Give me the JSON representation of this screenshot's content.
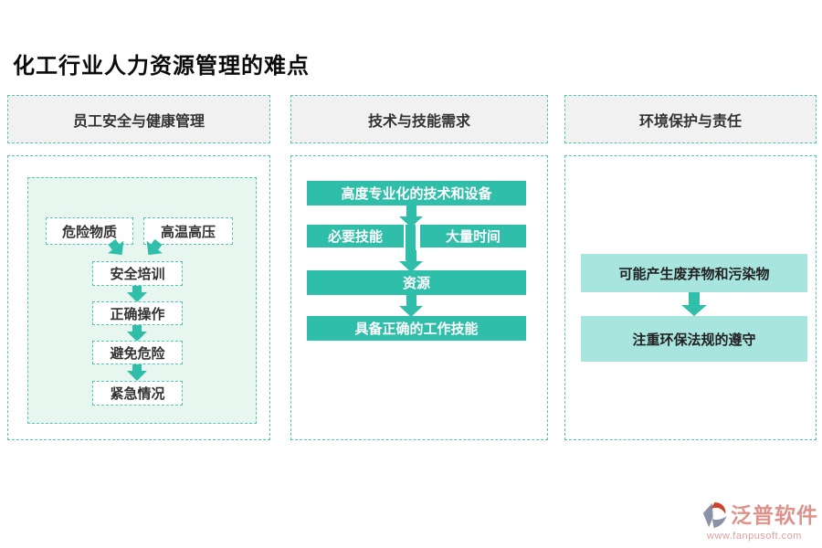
{
  "title": "化工行业人力资源管理的难点",
  "colors": {
    "accent_teal": "#2fbea9",
    "dashed_border_teal": "#4fc7ba",
    "panel_mint": "#e8f6f0",
    "header_gray": "#f1f1f1",
    "light_teal_box": "#a8e5df",
    "brand_salmon": "#de928c",
    "logo_gray": "#8a93a6",
    "logo_red": "#c9452c"
  },
  "columns": [
    {
      "header": "员工安全与健康管理",
      "steps": [
        "危险物质",
        "高温高压",
        "安全培训",
        "正确操作",
        "避免危险",
        "紧急情况"
      ]
    },
    {
      "header": "技术与技能需求",
      "steps": [
        "高度专业化的技术和设备",
        "必要技能",
        "大量时间",
        "资源",
        "具备正确的工作技能"
      ]
    },
    {
      "header": "环境保护与责任",
      "steps": [
        "可能产生废弃物和污染物",
        "注重环保法规的遵守"
      ]
    }
  ],
  "watermark": {
    "brand": "泛普软件",
    "url": "www.fanpusoft.com"
  }
}
